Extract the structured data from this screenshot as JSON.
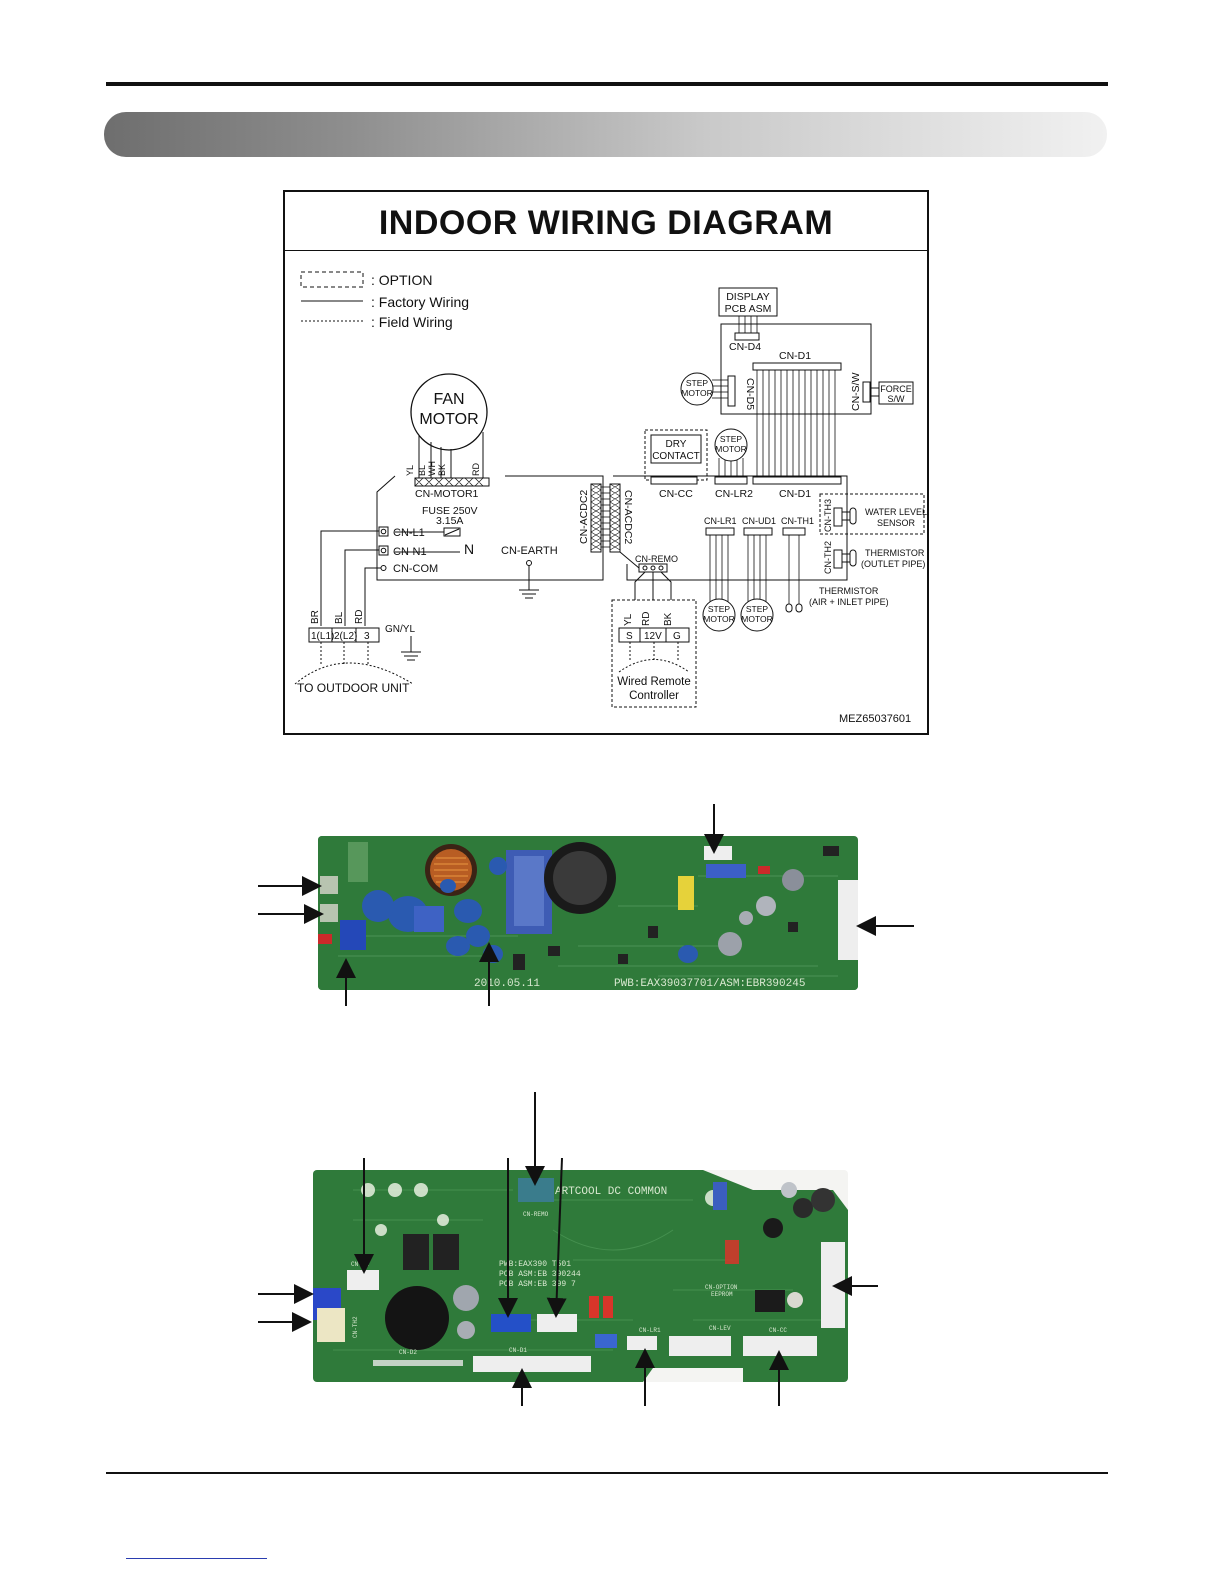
{
  "diagram": {
    "title": "INDOOR WIRING DIAGRAM",
    "legend": {
      "option": ": OPTION",
      "factory": ": Factory Wiring",
      "field": ": Field Wiring"
    },
    "fan_motor": {
      "line1": "FAN",
      "line2": "MOTOR"
    },
    "wire_colors": {
      "yl": "YL",
      "bl": "BL",
      "wh": "WH",
      "bk": "BK",
      "rd": "RD"
    },
    "connectors": {
      "motor1": "CN-MOTOR1",
      "l1": "CN-L1",
      "n1": "CN-N1",
      "com": "CN-COM",
      "earth": "CN-EARTH",
      "acdc2_a": "CN-ACDC2",
      "acdc2_b": "CN-ACDC2",
      "remo": "CN-REMO",
      "cc": "CN-CC",
      "lr2": "CN-LR2",
      "d1_top": "CN-D1",
      "d1_bottom": "CN-D1",
      "d4": "CN-D4",
      "d5": "CN-D5",
      "sw": "CN-S/W",
      "th3": "CN-TH3",
      "th2": "CN-TH2",
      "lr1": "CN-LR1",
      "ud1": "CN-UD1",
      "th1": "CN-TH1"
    },
    "fuse": {
      "line1": "FUSE 250V",
      "line2": "3.15A"
    },
    "neutral": "N",
    "display": {
      "line1": "DISPLAY",
      "line2": "PCB ASM"
    },
    "step_motor": {
      "line1": "STEP",
      "line2": "MOTOR"
    },
    "force_sw": {
      "line1": "FORCE",
      "line2": "S/W"
    },
    "dry_contact": {
      "line1": "DRY",
      "line2": "CONTACT"
    },
    "water_level": {
      "line1": "WATER LEVEL",
      "line2": "SENSOR"
    },
    "thermistor_outlet": {
      "line1": "THERMISTOR",
      "line2": "(OUTLET PIPE)"
    },
    "thermistor_air": {
      "line1": "THERMISTOR",
      "line2": "(AIR + INLET PIPE)"
    },
    "terminal": {
      "wire_br": "BR",
      "wire_bl": "BL",
      "wire_rd": "RD",
      "t1": "1(L1)",
      "t2": "2(L2)",
      "t3": "3",
      "gnyl": "GN/YL"
    },
    "to_outdoor": "TO OUTDOOR UNIT",
    "remote_wires": {
      "yl": "YL",
      "rd": "RD",
      "bk": "BK"
    },
    "remote_terms": {
      "s": "S",
      "v12": "12V",
      "g": "G"
    },
    "remote": {
      "line1": "Wired Remote",
      "line2": "Controller"
    },
    "part_number": "MEZ65037601"
  },
  "pcb_power": {
    "silkscreen": "PWB:EAX39037701/ASM:EBR390245",
    "date": "2010.05.11"
  },
  "pcb_main": {
    "title": "ARTCOOL DC COMMON",
    "pwb": "PWB:EAX390 T501",
    "asm1": "PCB ASM:EB 390244",
    "asm2": "PCB ASM:EB 399 7",
    "labels": {
      "remo": "CN-REMO",
      "option": "CN-OPTION",
      "eeprom": "EEPROM",
      "lev": "CN-LEV",
      "cc": "CN-CC",
      "d2": "CN-D2",
      "d1": "CN-D1",
      "th": "CN-TH",
      "th2": "CN-TH2",
      "lr1": "CN-LR1"
    }
  },
  "colors": {
    "pcb_green": "#2f7a3a",
    "connector_white": "#eeeeee",
    "connector_blue": "#2c4fc2",
    "section_bar_dark": "#6e6e6e"
  }
}
